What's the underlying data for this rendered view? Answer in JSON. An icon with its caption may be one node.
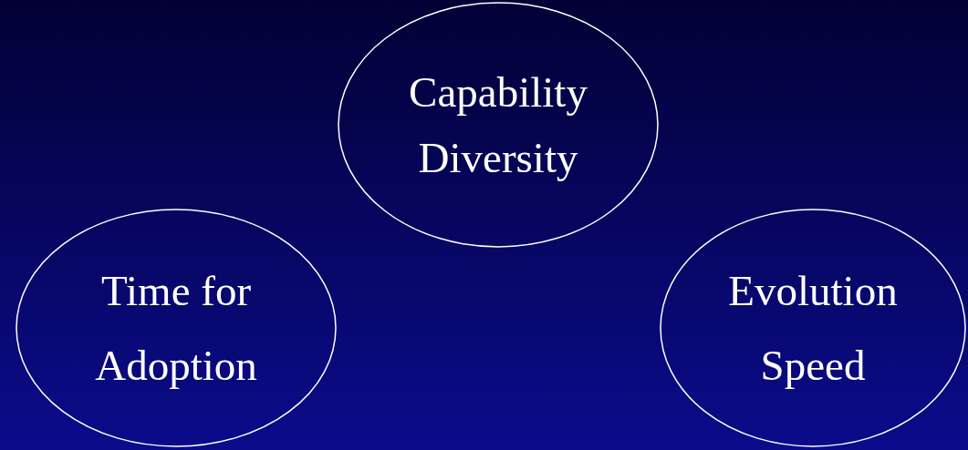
{
  "diagram": {
    "nodes": [
      {
        "text": [
          "Capability Diversity"
        ]
      },
      {
        "text": [
          "Time for Adoption"
        ]
      },
      {
        "text": [
          "Evolution Speed"
        ]
      }
    ]
  }
}
